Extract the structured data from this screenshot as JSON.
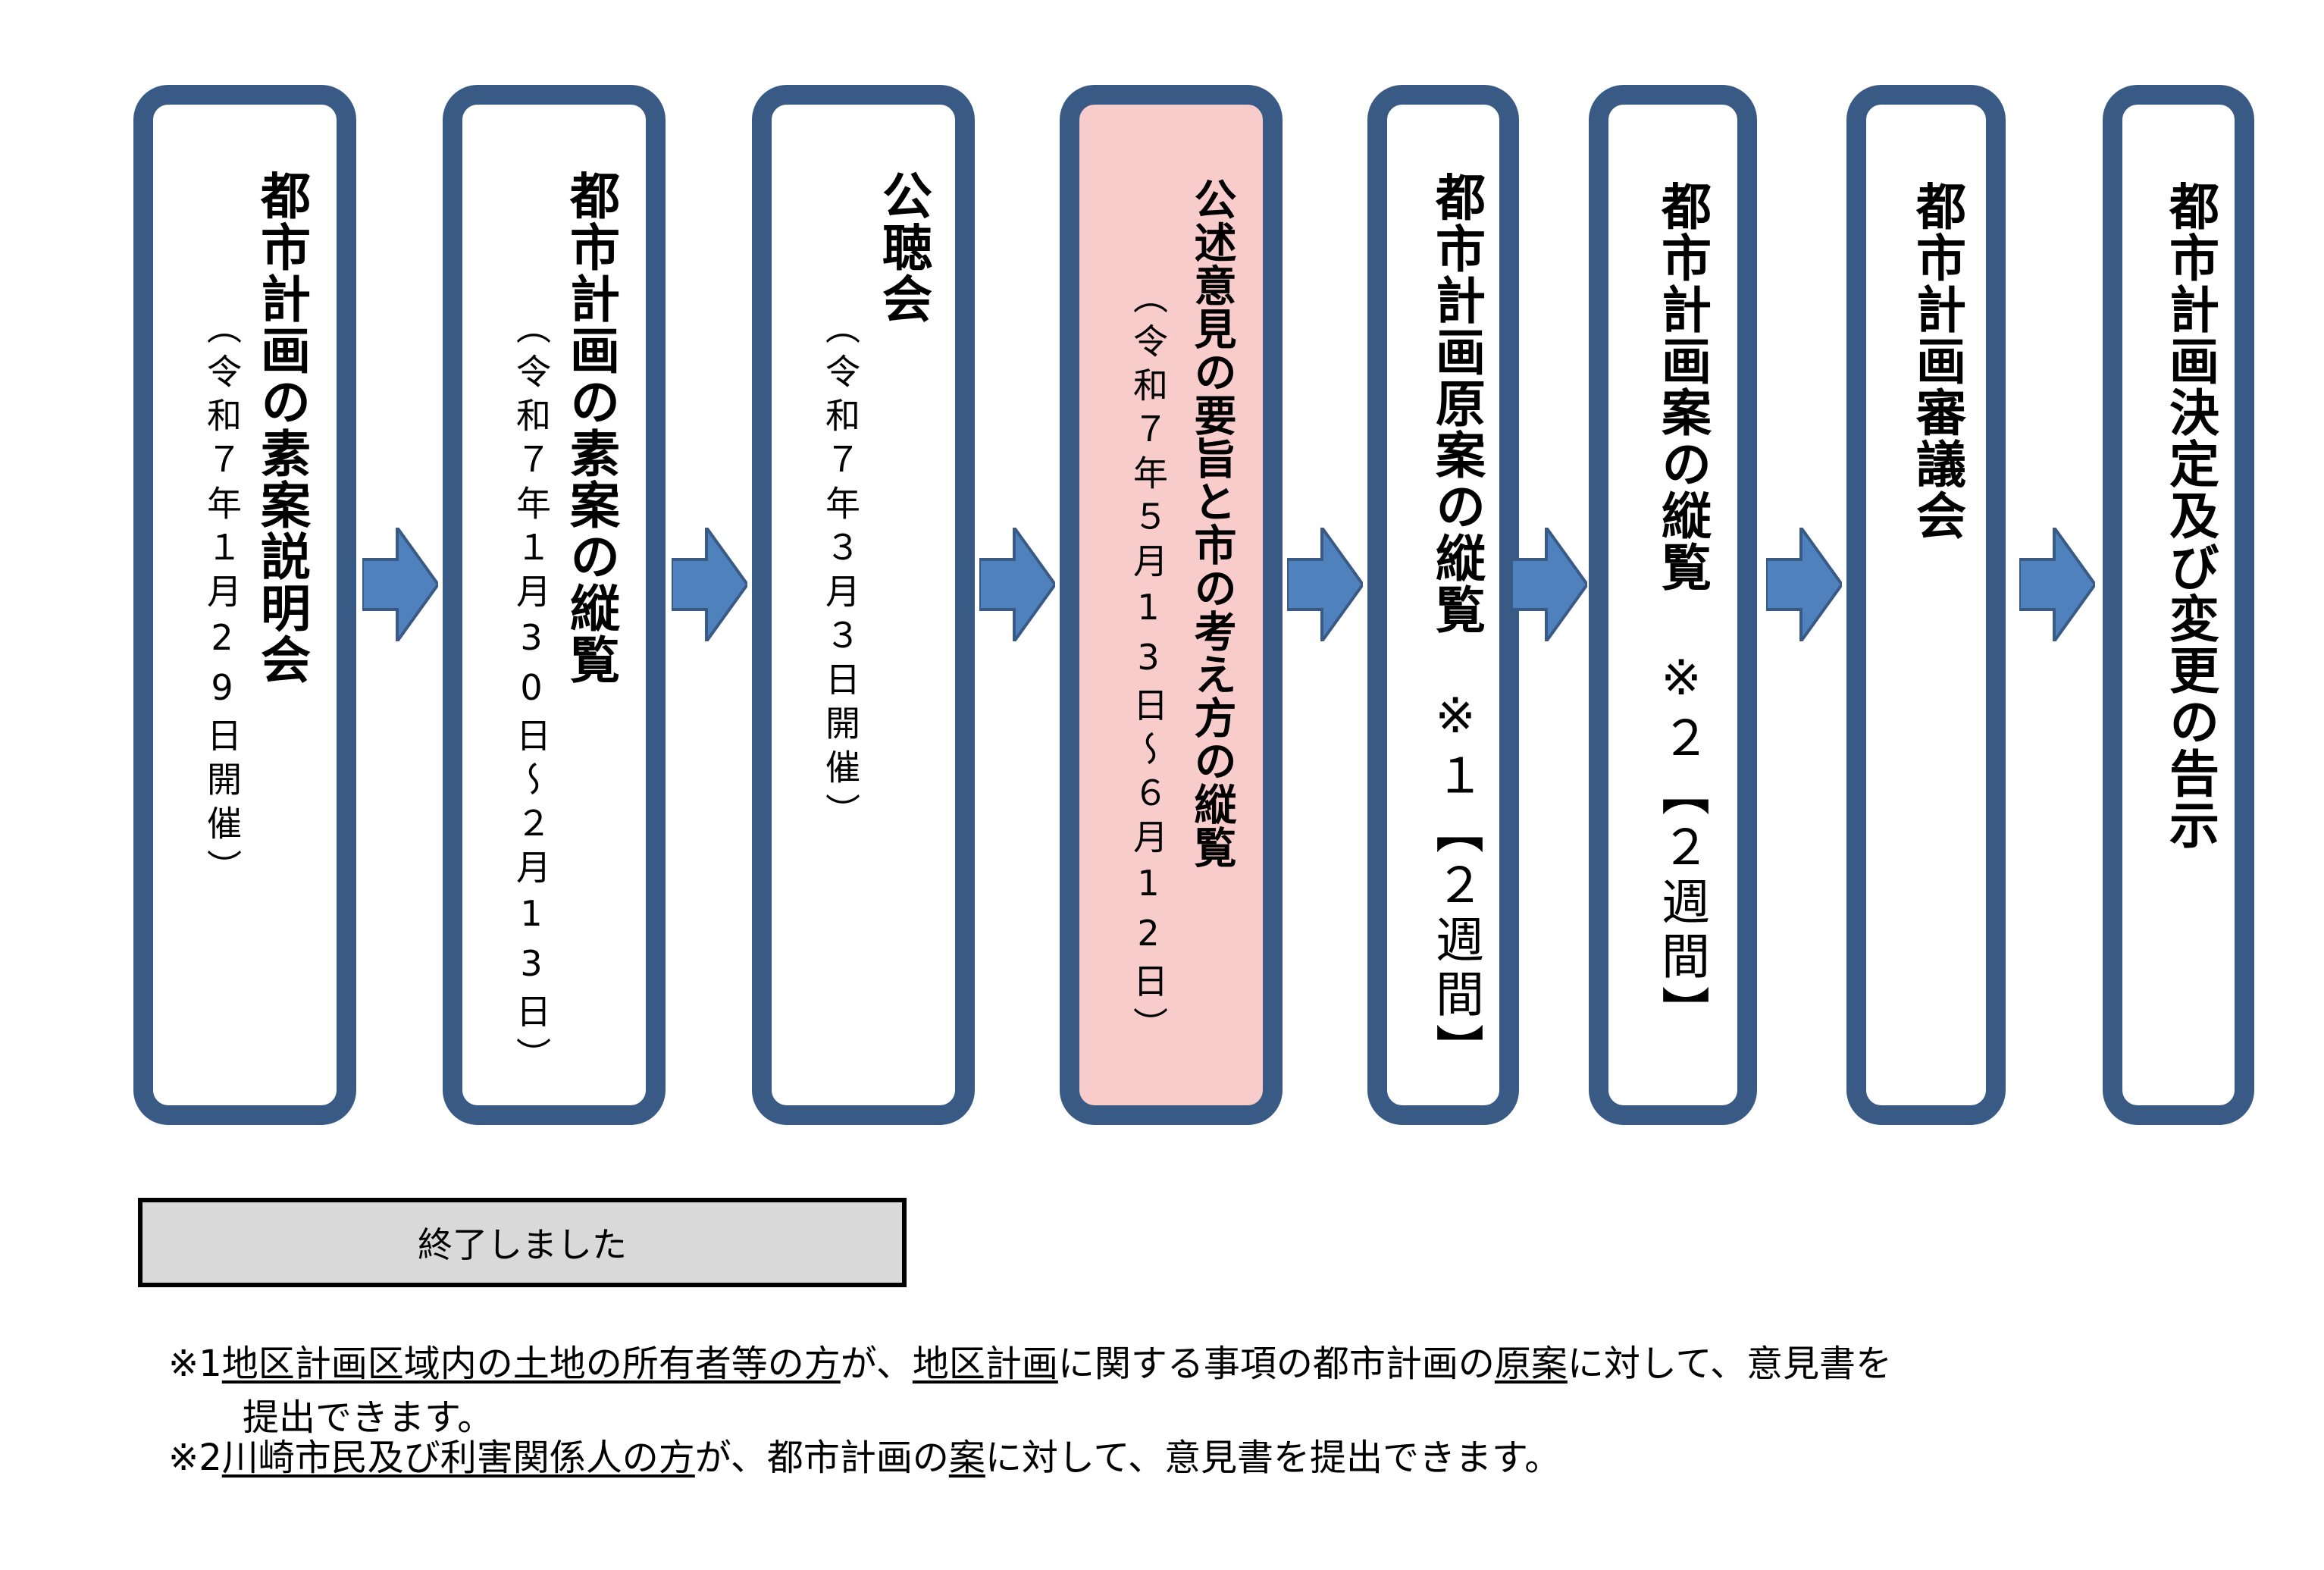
{
  "flow": {
    "steps": [
      {
        "title": "都市計画の素案説明会",
        "sub": "（令和７年１月29日開催）",
        "note": ""
      },
      {
        "title": "都市計画の素案の縦覧",
        "sub": "（令和７年１月30日～２月13日）",
        "note": ""
      },
      {
        "title": "公聴会",
        "sub": "（令和７年３月３日開催）",
        "note": ""
      },
      {
        "title": "公述意見の要旨と市の考え方の縦覧",
        "sub": "（令和７年５月13日～６月12日）",
        "note": "",
        "highlight": true
      },
      {
        "title": "都市計画原案の縦覧",
        "sub": "",
        "note": "※１【２週間】"
      },
      {
        "title": "都市計画案の縦覧",
        "sub": "",
        "note": "※２【２週間】"
      },
      {
        "title": "都市計画審議会",
        "sub": "",
        "note": ""
      },
      {
        "title": "都市計画決定及び変更の告示",
        "sub": "",
        "note": ""
      }
    ],
    "colors": {
      "border": "#3a5a86",
      "arrow": "#4f81bd",
      "highlight_fill": "#f9cccc",
      "status_fill": "#d9d9d9"
    }
  },
  "status": {
    "label": "終了しました"
  },
  "footnotes": {
    "n1": {
      "mark": "※1",
      "u1": "地区計画区域内の土地の所有者等の方",
      "t1": "が、",
      "u2": "地区計画",
      "t2": "に関する事項の都市計画の",
      "u3": "原案",
      "t3": "に対して、意見書を",
      "line2": "提出できます。"
    },
    "n2": {
      "mark": "※2",
      "u1": "川崎市民及び利害関係人の方",
      "t1": "が、都市計画の",
      "u2": "案",
      "t2": "に対して、意見書を提出できます。"
    }
  }
}
